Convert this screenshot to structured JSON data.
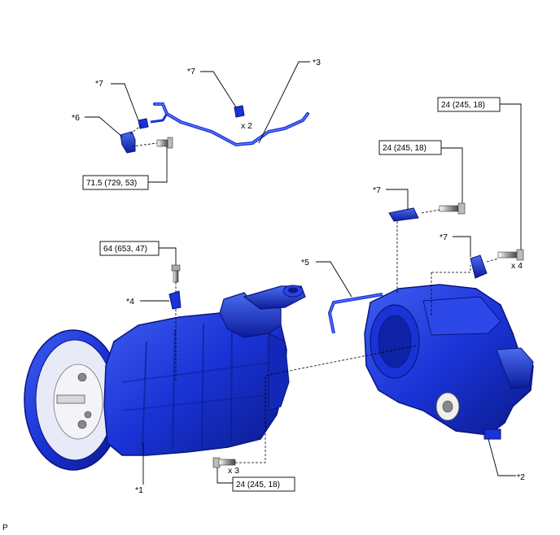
{
  "callouts": {
    "c1": "*1",
    "c2": "*2",
    "c3": "*3",
    "c4": "*4",
    "c5": "*5",
    "c6": "*6",
    "c7a": "*7",
    "c7b": "*7",
    "c7c": "*7",
    "c7d": "*7"
  },
  "torques": {
    "t_hose_bolt": "71.5 (729, 53)",
    "t_bracket_bolt": "64 (653, 47)",
    "t_transfer_bolt_top": "24 (245, 18)",
    "t_transfer_bolt_mid": "24 (245, 18)",
    "t_lower_bolts": "24 (245, 18)"
  },
  "quantities": {
    "q_clamps": "x 2",
    "q_transfer_bolts": "x 4",
    "q_lower_bolts": "x 3"
  },
  "footer": {
    "code": "P"
  },
  "colors": {
    "part_blue": "#1a33d6",
    "part_dark": "#0a1a9c",
    "part_light": "#4a6cf0",
    "line": "#000000"
  }
}
